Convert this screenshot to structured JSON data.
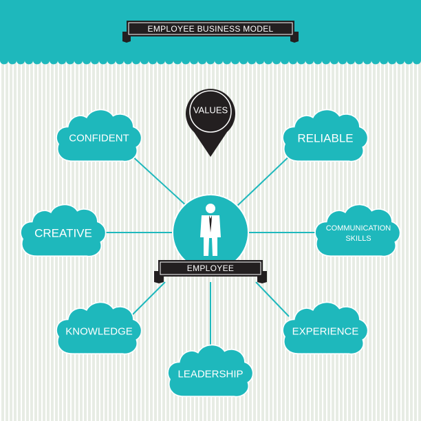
{
  "header": {
    "title": "EMPLOYEE BUSINESS MODEL"
  },
  "center": {
    "label": "EMPLOYEE"
  },
  "pin": {
    "label": "VALUES"
  },
  "nodes": {
    "confident": "CONFIDENT",
    "reliable": "RELIABLE",
    "creative": "CREATIVE",
    "communication_line1": "COMMUNICATION",
    "communication_line2": "SKILLS",
    "knowledge": "KNOWLEDGE",
    "experience": "EXPERIENCE",
    "leadership": "LEADERSHIP"
  },
  "colors": {
    "teal": "#1eb8bc",
    "dark": "#231f20",
    "background": "#e7ece4",
    "stripe": "#ffffff"
  }
}
